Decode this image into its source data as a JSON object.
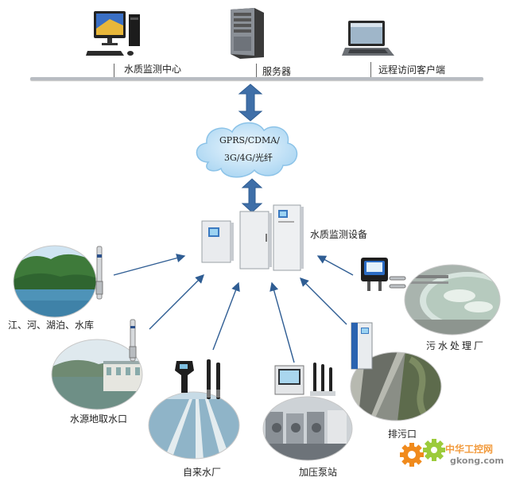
{
  "top_devices": {
    "monitoring_center": "水质监测中心",
    "server": "服务器",
    "remote_client": "远程访问客户端"
  },
  "network": {
    "line1": "GPRS/CDMA/",
    "line2": "3G/4G/光纤"
  },
  "equipment_label": "水质监测设备",
  "sites": {
    "lake": "江、河、湖泊、水库",
    "intake": "水源地取水口",
    "waterworks": "自来水厂",
    "pump_station": "加压泵站",
    "outfall": "排污口",
    "sewage_plant": "污水处理厂"
  },
  "watermark": {
    "cn": "中华工控网",
    "url": "gkong.com"
  },
  "colors": {
    "arrow": "#2f5d93",
    "bus": "#b8bcc2",
    "cloud": "#bfe0f6",
    "watermark": "#f08a1c"
  }
}
